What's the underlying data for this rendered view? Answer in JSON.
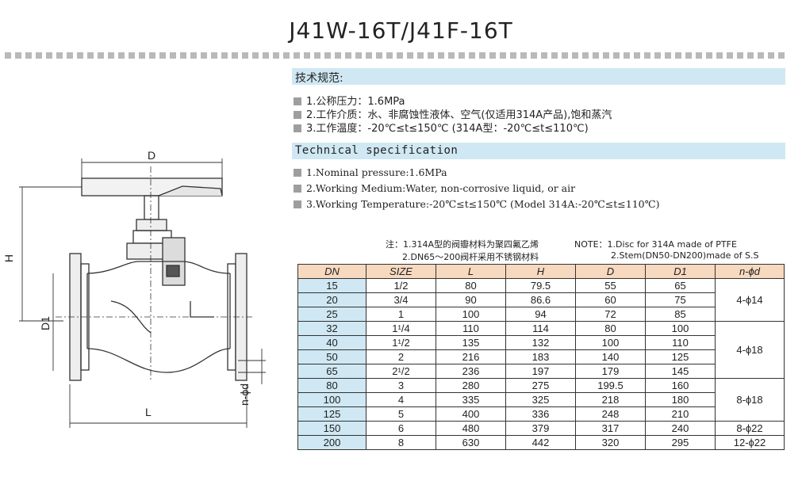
{
  "title": "J41W-16T/J41F-16T",
  "cn_section": {
    "heading": "技术规范:",
    "items": [
      "1.公称压力：1.6MPa",
      "2.工作介质：水、非腐蚀性液体、空气(仅适用314A产品),饱和蒸汽",
      "3.工作温度：-20℃≤t≤150℃  (314A型：-20℃≤t≤110℃)"
    ]
  },
  "en_section": {
    "heading": "Technical specification",
    "items": [
      "1.Nominal pressure:1.6MPa",
      "2.Working Medium:Water, non-corrosive liquid, or air",
      "3.Working Temperature:-20℃≤t≤150℃  (Model 314A:-20℃≤t≤110℃)"
    ]
  },
  "notes": {
    "cn1": "注：1.314A型的阀瓣材料为聚四氟乙烯",
    "cn2": "2.DN65～200阀杆采用不锈钢材料",
    "en1": "NOTE：1.Disc for 314A made of PTFE",
    "en2": "2.Stem(DN50-DN200)made of S.S"
  },
  "drawing_labels": {
    "D": "D",
    "H": "H",
    "D1": "D1",
    "L": "L",
    "nd": "n-ϕd"
  },
  "table": {
    "headers": [
      "DN",
      "SIZE",
      "L",
      "H",
      "D",
      "D1",
      "n-ϕd"
    ],
    "rows": [
      {
        "dn": "15",
        "size": "1/2",
        "l": "80",
        "h": "79.5",
        "d": "55",
        "d1": "65"
      },
      {
        "dn": "20",
        "size": "3/4",
        "l": "90",
        "h": "86.6",
        "d": "60",
        "d1": "75"
      },
      {
        "dn": "25",
        "size": "1",
        "l": "100",
        "h": "94",
        "d": "72",
        "d1": "85"
      },
      {
        "dn": "32",
        "size": "1¹/4",
        "l": "110",
        "h": "114",
        "d": "80",
        "d1": "100"
      },
      {
        "dn": "40",
        "size": "1¹/2",
        "l": "135",
        "h": "132",
        "d": "100",
        "d1": "110"
      },
      {
        "dn": "50",
        "size": "2",
        "l": "216",
        "h": "183",
        "d": "140",
        "d1": "125"
      },
      {
        "dn": "65",
        "size": "2¹/2",
        "l": "236",
        "h": "197",
        "d": "179",
        "d1": "145"
      },
      {
        "dn": "80",
        "size": "3",
        "l": "280",
        "h": "275",
        "d": "199.5",
        "d1": "160"
      },
      {
        "dn": "100",
        "size": "4",
        "l": "335",
        "h": "325",
        "d": "218",
        "d1": "180"
      },
      {
        "dn": "125",
        "size": "5",
        "l": "400",
        "h": "336",
        "d": "248",
        "d1": "210"
      },
      {
        "dn": "150",
        "size": "6",
        "l": "480",
        "h": "379",
        "d": "317",
        "d1": "240"
      },
      {
        "dn": "200",
        "size": "8",
        "l": "630",
        "h": "442",
        "d": "320",
        "d1": "295"
      }
    ],
    "bolt_groups": [
      "4-ϕ14",
      "4-ϕ18",
      "8-ϕ18",
      "8-ϕ22",
      "12-ϕ22"
    ]
  }
}
